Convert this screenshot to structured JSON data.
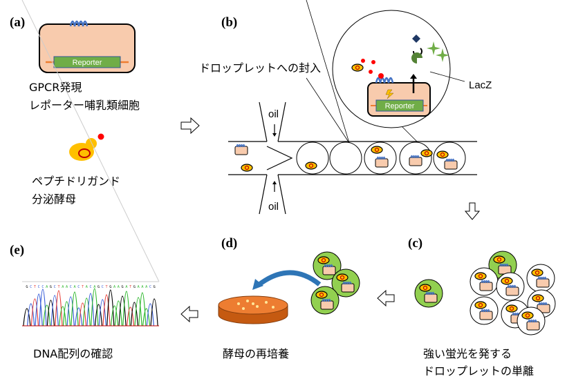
{
  "panels": {
    "a": {
      "label": "(a)",
      "cell_line1": "GPCR発現",
      "cell_line2": "レポーター哺乳類細胞",
      "yeast_line1": "ペプチドリガンド",
      "yeast_line2": "分泌酵母",
      "reporter": "Reporter"
    },
    "b": {
      "label": "(b)",
      "title": "ドロップレットへの封入",
      "lacz": "LacZ",
      "oil_top": "oil",
      "oil_bottom": "oil",
      "reporter": "Reporter"
    },
    "c": {
      "label": "(c)",
      "line1": "強い蛍光を発する",
      "line2": "ドロップレットの単離"
    },
    "d": {
      "label": "(d)",
      "caption": "酵母の再培養"
    },
    "e": {
      "label": "(e)",
      "caption": "DNA配列の確認",
      "sequence": "GCTCCAGCTAACACTACAGCTGAAGATGAAACG"
    }
  },
  "colors": {
    "cell": "#F8CBAD",
    "reporter": "#70AD47",
    "receptor": "#4472C4",
    "yeast": "#FFC000",
    "ligand": "#FF0000",
    "droplet_green": "#92D050",
    "arrow_blue": "#2E75B6",
    "dish": "#ED7D31"
  }
}
